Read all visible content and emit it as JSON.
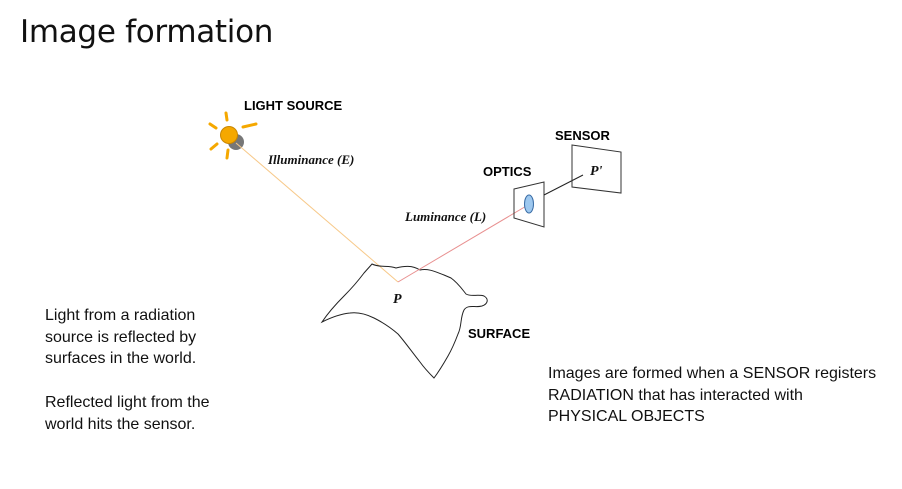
{
  "slide": {
    "title": "Image formation",
    "left_text_1": "Light from a radiation source is reflected by surfaces in the world.",
    "left_text_2": "Reflected light from the world hits the sensor.",
    "right_text": "Images are formed when a SENSOR registers RADIATION that has interacted with PHYSICAL OBJECTS"
  },
  "diagram": {
    "light_source_label": "LIGHT SOURCE",
    "illuminance_label": "Illuminance (E)",
    "sensor_label": "SENSOR",
    "sensor_point_label": "P'",
    "optics_label": "OPTICS",
    "luminance_label": "Luminance (L)",
    "surface_point_label": "P",
    "surface_label": "SURFACE",
    "colors": {
      "sun": "#f5a800",
      "sun_shadow": "#777777",
      "illuminance_ray": "#f7c98a",
      "luminance_ray": "#e89090",
      "lens": "#9ec8ef"
    }
  }
}
